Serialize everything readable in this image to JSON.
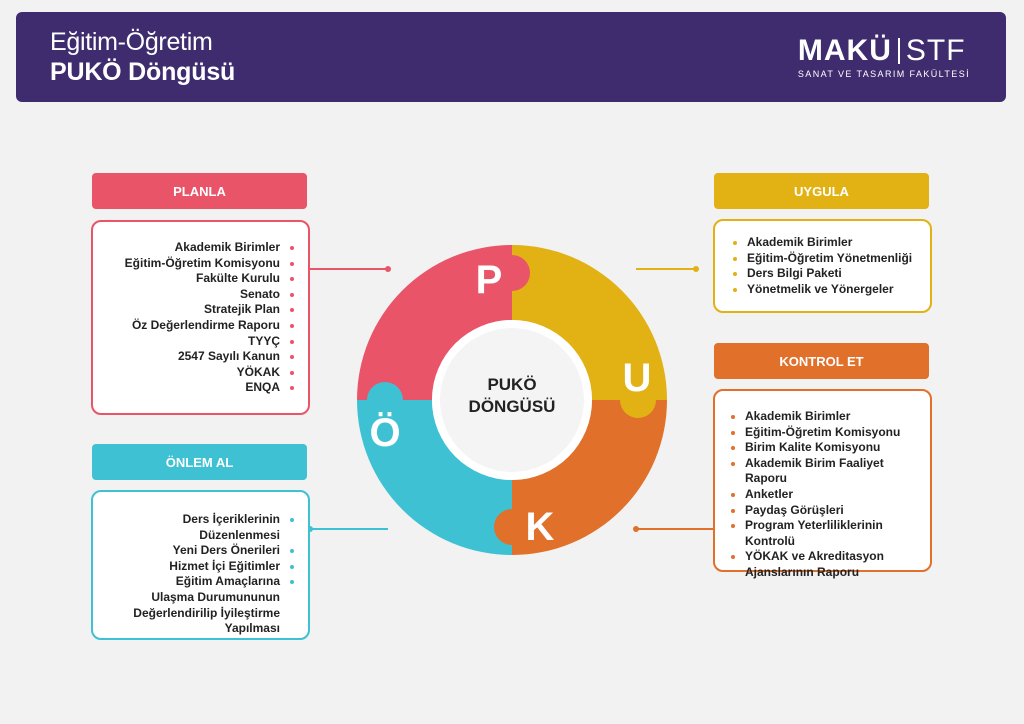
{
  "header": {
    "title_line1": "Eğitim-Öğretim",
    "title_line2": "PUKÖ  Döngüsü",
    "logo_main": "MAKÜ",
    "logo_sub": "STF",
    "logo_caption": "SANAT VE TASARIM FAKÜLTESİ"
  },
  "colors": {
    "header_bg": "#3e2c6e",
    "planla": "#ea5468",
    "uygula": "#e2b114",
    "kontrol": "#e0702a",
    "onlem": "#3ec1d3"
  },
  "center": {
    "line1": "PUKÖ",
    "line2": "DÖNGÜSÜ"
  },
  "ring_letters": {
    "p": "P",
    "u": "U",
    "k": "K",
    "o": "Ö"
  },
  "planla": {
    "title": "PLANLA",
    "items": [
      "Akademik Birimler",
      "Eğitim-Öğretim Komisyonu",
      "Fakülte Kurulu",
      "Senato",
      "Stratejik Plan",
      "Öz Değerlendirme Raporu",
      "TYYÇ",
      "2547 Sayılı Kanun",
      "YÖKAK",
      "ENQA"
    ]
  },
  "onlem": {
    "title": "ÖNLEM AL",
    "items": [
      "Ders İçeriklerinin Düzenlenmesi",
      "Yeni Ders Önerileri",
      "Hizmet İçi Eğitimler",
      "Eğitim Amaçlarına",
      "Ulaşma Durumununun",
      "Değerlendirilip İyileştirme",
      "Yapılması"
    ]
  },
  "uygula": {
    "title": "UYGULA",
    "items": [
      "Akademik Birimler",
      "Eğitim-Öğretim Yönetmenliği",
      "Ders Bilgi Paketi",
      "Yönetmelik ve Yönergeler"
    ]
  },
  "kontrol": {
    "title": "KONTROL ET",
    "items": [
      "Akademik Birimler",
      "Eğitim-Öğretim Komisyonu",
      "Birim Kalite Komisyonu",
      "Akademik Birim Faaliyet Raporu",
      "Anketler",
      "Paydaş Görüşleri",
      "Program Yeterliliklerinin Kontrolü",
      "YÖKAK ve Akreditasyon",
      "Ajanslarının Raporu"
    ]
  }
}
